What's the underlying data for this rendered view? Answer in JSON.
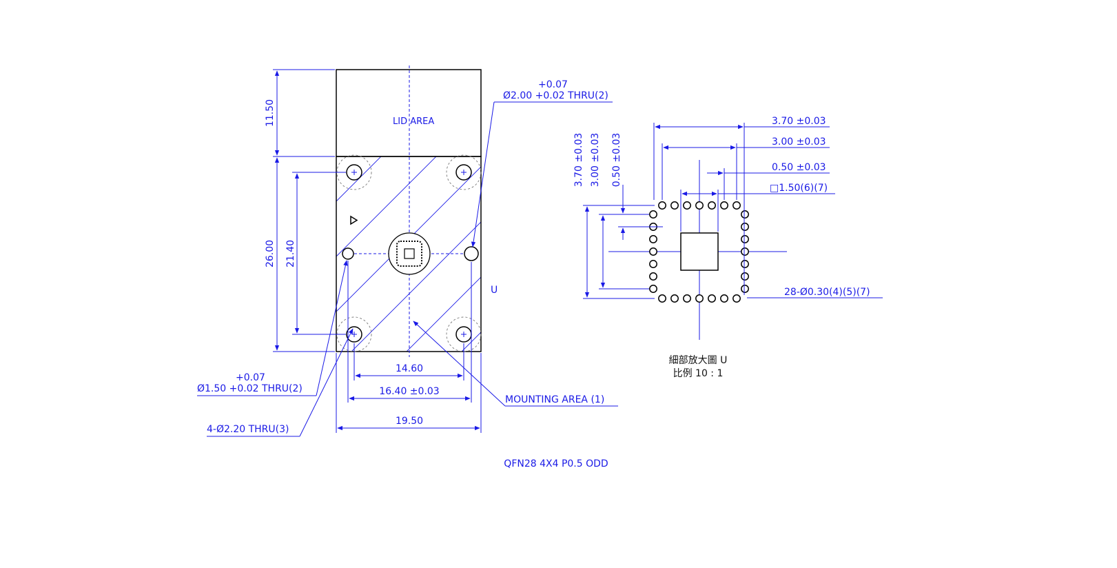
{
  "colors": {
    "line": "#1a1ae6",
    "outline": "#000000"
  },
  "main_view": {
    "lid_label": "LID AREA",
    "dim_lid_height": "11.50",
    "dim_body_height": "26.00",
    "dim_hole_pitch_v": "21.40",
    "dim_hole_pitch_h": "14.60",
    "dim_pin_pitch": "16.40 ±0.03",
    "dim_total_width": "19.50",
    "callout_dowel_right_tol": "+0.07",
    "callout_dowel_right": "Ø2.00 +0.02 THRU(2)",
    "callout_dowel_left_tol": "+0.07",
    "callout_dowel_left": "Ø1.50 +0.02 THRU(2)",
    "callout_mount_holes": "4-Ø2.20 THRU(3)",
    "callout_mounting_area": "MOUNTING AREA (1)",
    "detail_ref": "U"
  },
  "detail_view": {
    "dim_h_outer": "3.70 ±0.03",
    "dim_h_inner": "3.00 ±0.03",
    "dim_h_pitch": "0.50 ±0.03",
    "dim_pad_square": "□1.50(6)(7)",
    "dim_v_outer": "3.70 ±0.03",
    "dim_v_inner": "3.00 ±0.03",
    "dim_v_pitch": "0.50 ±0.03",
    "callout_pins": "28-Ø0.30(4)(5)(7)",
    "title_line1": "細部放大圖 U",
    "title_line2": "比例 10 : 1"
  },
  "footer": {
    "caption": "QFN28 4X4 P0.5 ODD"
  }
}
